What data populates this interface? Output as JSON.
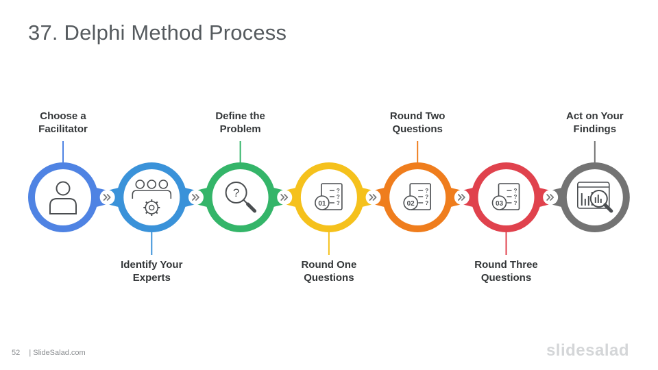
{
  "title": "37. Delphi Method Process",
  "steps": [
    {
      "line1": "Choose a",
      "line2": "Facilitator",
      "color": "#4f83e3",
      "icon": "person-icon",
      "position": "top"
    },
    {
      "line1": "Identify Your",
      "line2": "Experts",
      "color": "#3a92d9",
      "icon": "expert-group-icon",
      "position": "bottom"
    },
    {
      "line1": "Define the",
      "line2": "Problem",
      "color": "#34b569",
      "icon": "magnifier-question-icon",
      "position": "top"
    },
    {
      "line1": "Round One",
      "line2": "Questions",
      "color": "#f5c11c",
      "icon": "questionnaire-01-icon",
      "position": "bottom",
      "badge": "01"
    },
    {
      "line1": "Round Two",
      "line2": "Questions",
      "color": "#ef7d1d",
      "icon": "questionnaire-02-icon",
      "position": "top",
      "badge": "02"
    },
    {
      "line1": "Round Three",
      "line2": "Questions",
      "color": "#e0424d",
      "icon": "questionnaire-03-icon",
      "position": "bottom",
      "badge": "03"
    },
    {
      "line1": "Act on Your",
      "line2": "Findings",
      "color": "#737373",
      "icon": "data-analysis-icon",
      "position": "top"
    }
  ],
  "footer": {
    "page_number": "52",
    "site": "| SlideSalad.com"
  },
  "brand": "slidesalad"
}
